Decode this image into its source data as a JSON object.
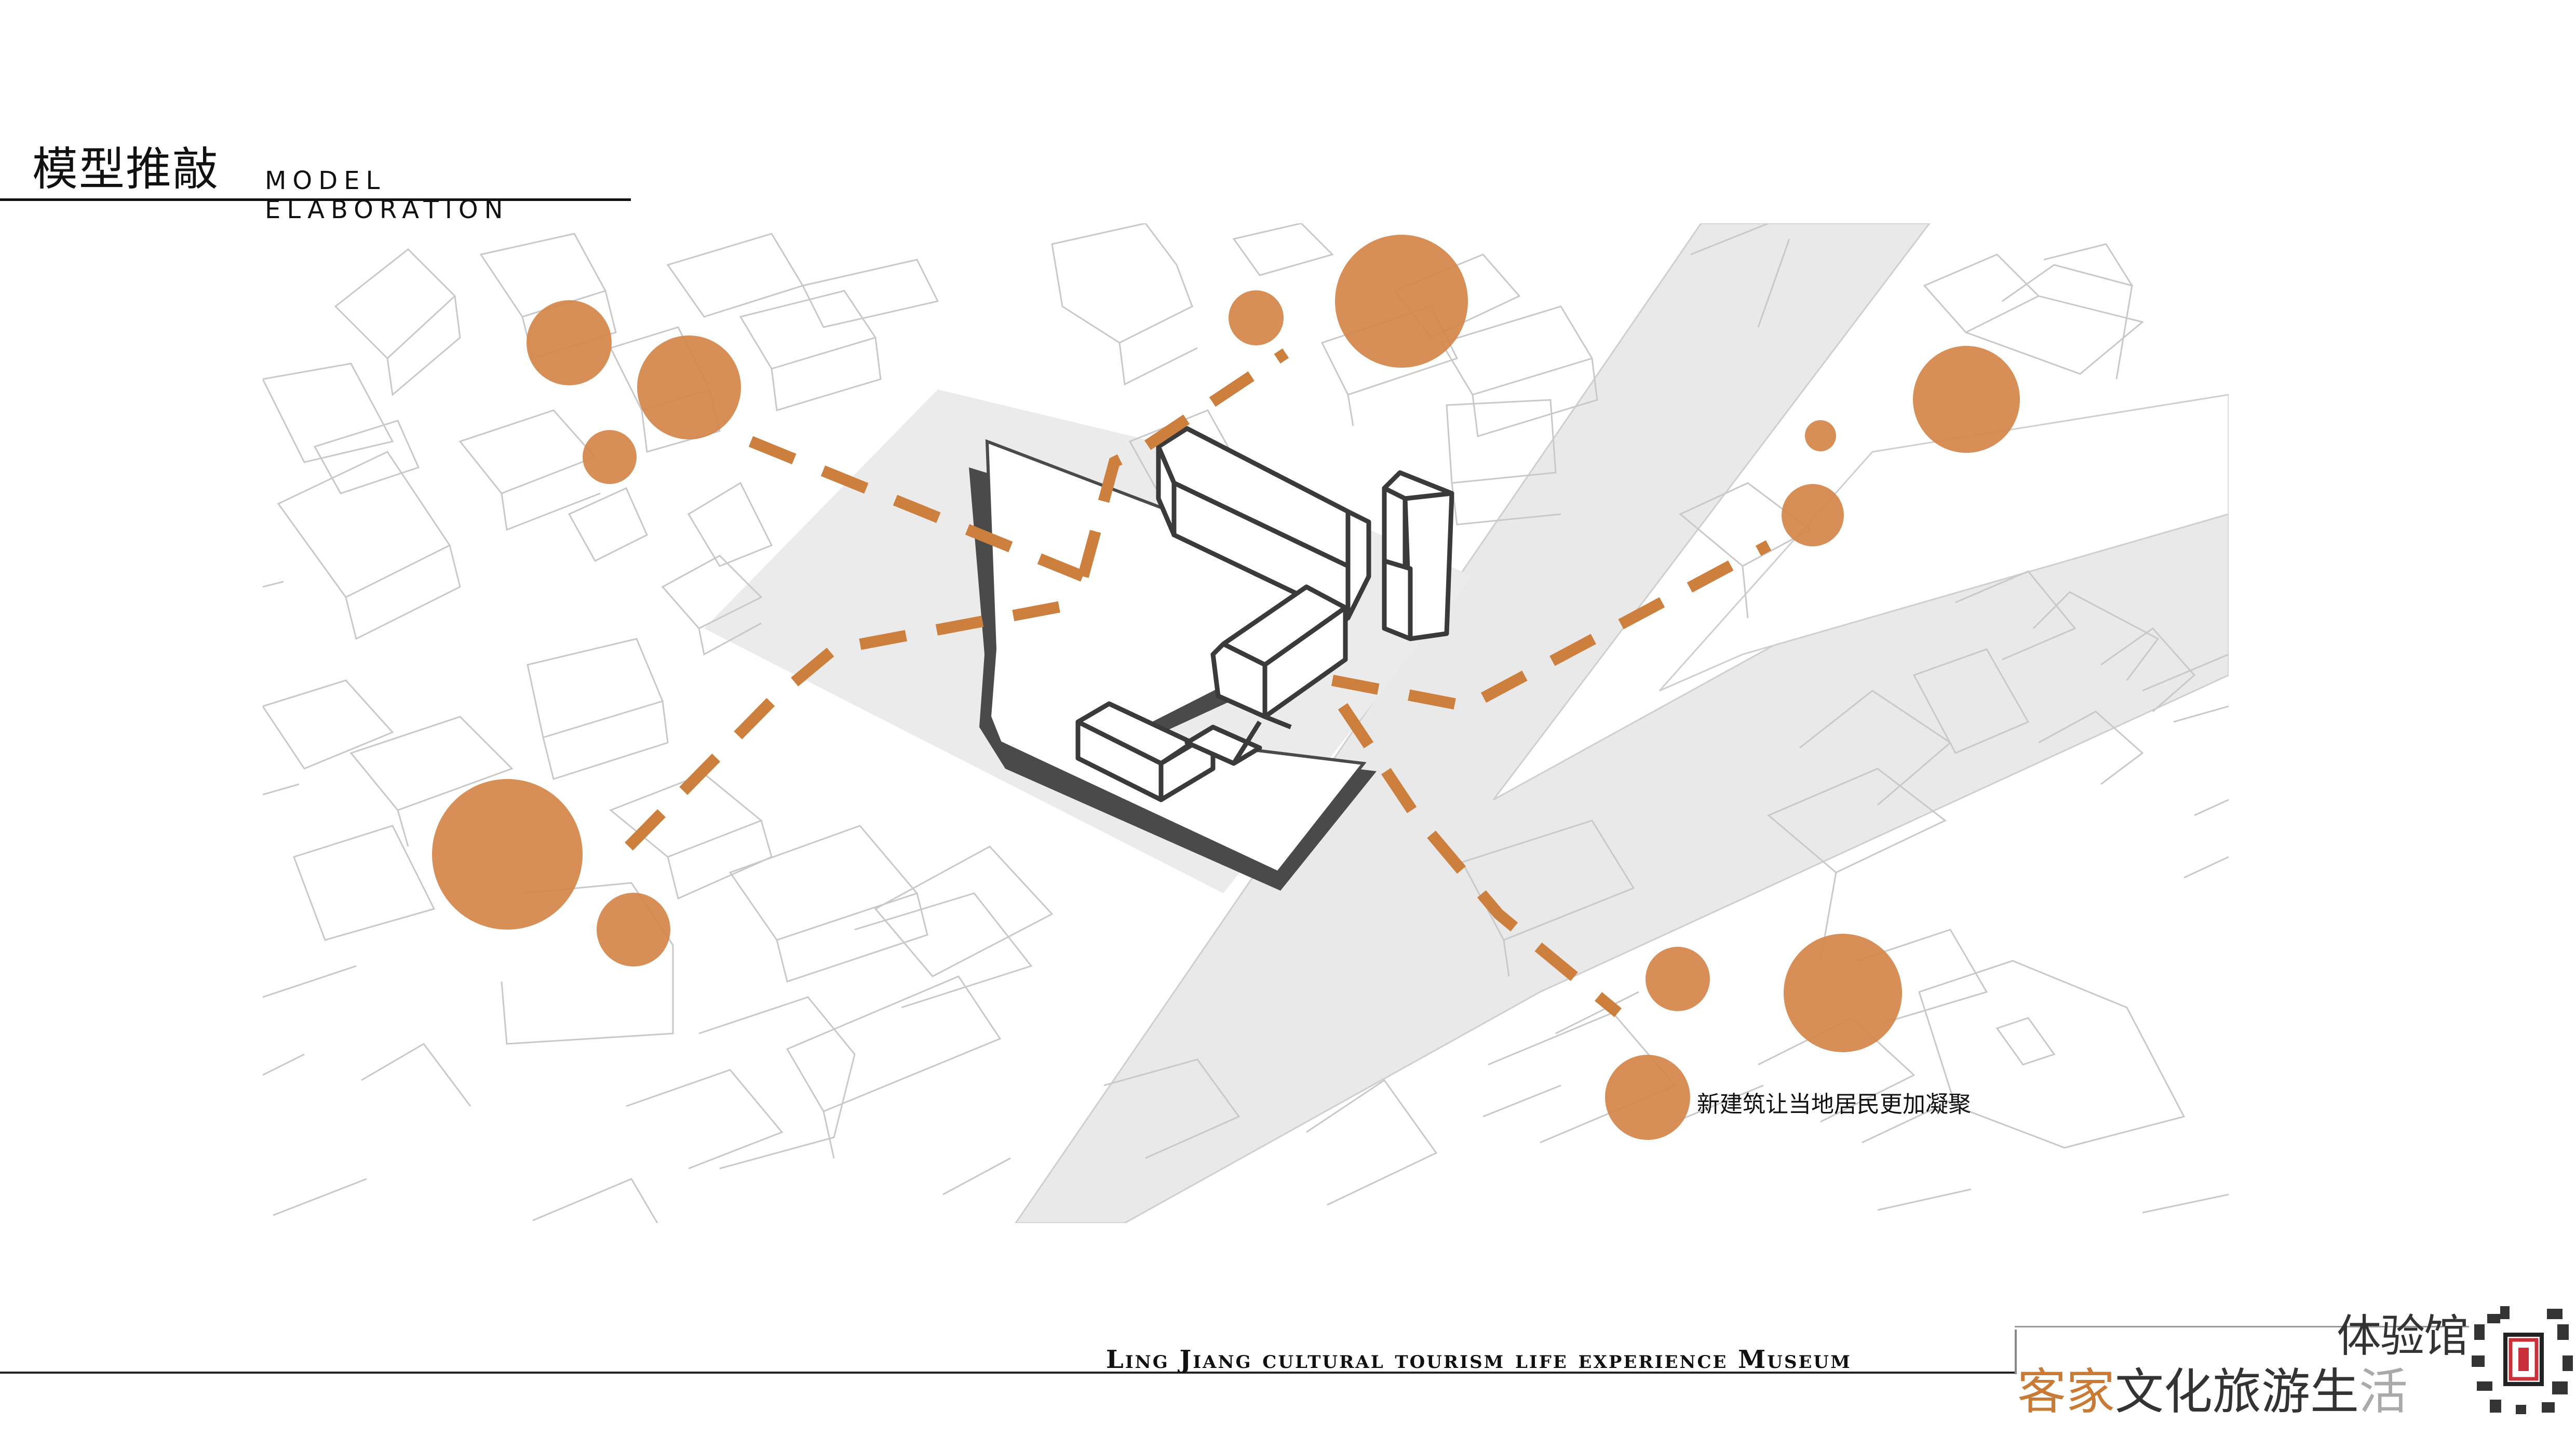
{
  "header": {
    "title_cn": "模型推敲",
    "title_en": "MODEL ELABORATION"
  },
  "diagram": {
    "caption": "新建筑让当地居民更加凝聚",
    "colors": {
      "community_node": "#d4874a",
      "connection_path": "#cd7f3e",
      "new_building_base": "#4a4a4a",
      "site_plot": "#ebebeb",
      "road": "#e9e9e9",
      "context_lines": "#c9c9c9"
    }
  },
  "footer": {
    "project_en": "Ling Jiang cultural tourism life experience Museum",
    "brand_top": "体验馆",
    "brand_part1": "客家",
    "brand_part2": "文化旅游生",
    "brand_part3": "活"
  }
}
